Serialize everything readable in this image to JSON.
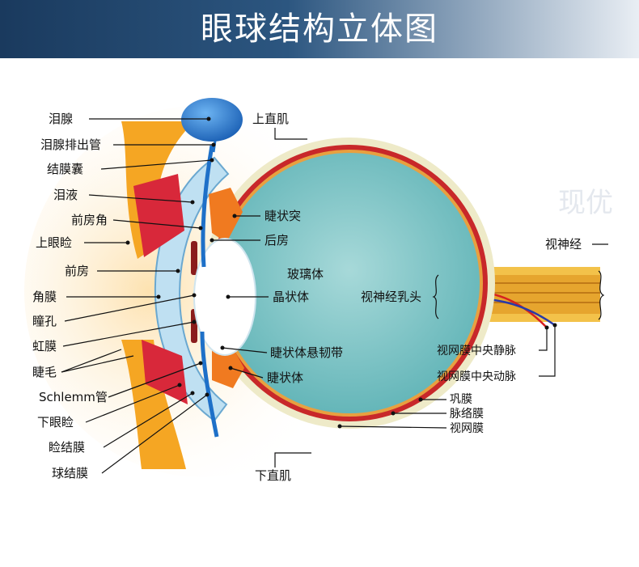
{
  "title": "眼球结构立体图",
  "watermark": "现优",
  "labels": {
    "lacrimal_gland": "泪腺",
    "lacrimal_duct": "泪腺排出管",
    "conjunctival_sac": "结膜囊",
    "tear_fluid": "泪液",
    "anterior_chamber_angle": "前房角",
    "upper_eyelid": "上眼睑",
    "anterior_chamber": "前房",
    "cornea": "角膜",
    "pupil": "瞳孔",
    "iris": "虹膜",
    "eyelash": "睫毛",
    "schlemm_canal": "Schlemm管",
    "lower_eyelid": "下眼睑",
    "palpebral_conjunctiva": "睑结膜",
    "bulbar_conjunctiva": "球结膜",
    "superior_rectus": "上直肌",
    "ciliary_process": "睫状突",
    "posterior_chamber": "后房",
    "vitreous_body": "玻璃体",
    "lens": "晶状体",
    "optic_disc": "视神经乳头",
    "zonule": "睫状体悬韧带",
    "ciliary_body": "睫状体",
    "inferior_rectus": "下直肌",
    "optic_nerve": "视神经",
    "central_retinal_vein": "视网膜中央静脉",
    "central_retinal_artery": "视网膜中央动脉",
    "sclera": "巩膜",
    "choroid": "脉络膜",
    "retina": "视网膜"
  },
  "colors": {
    "vitreous": "#7cc2c4",
    "sclera": "#eeeac8",
    "choroid": "#c8282a",
    "lens": "#ffffff",
    "cornea": "#bfe0f2",
    "ciliary": "#f07a20",
    "gland": "#2a7fd4",
    "skin": "#f5a623",
    "nerve": "#f0b830"
  }
}
